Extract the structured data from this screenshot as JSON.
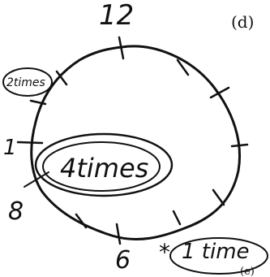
{
  "panel_label": "(d)",
  "clock_labels": {
    "top": "12",
    "left": "1",
    "lower_left": "8",
    "bottom": "6"
  },
  "annotations": {
    "upper_left": "2times",
    "center": "4times",
    "bottom_right_star": "*",
    "bottom_right": "1 time",
    "sub_label": "(e)"
  }
}
